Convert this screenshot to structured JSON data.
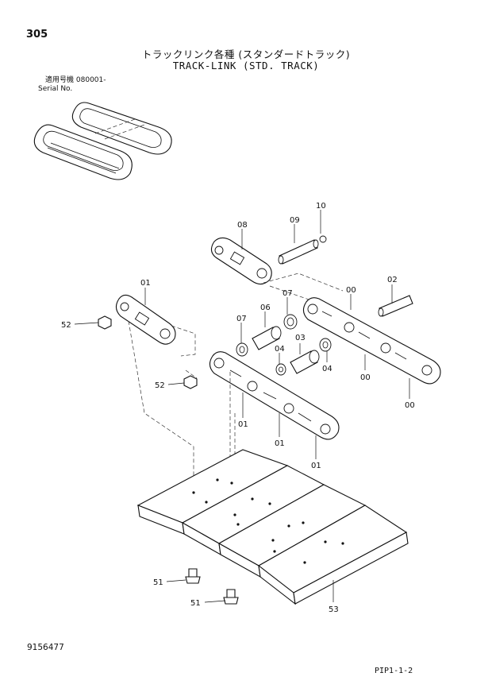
{
  "page": {
    "number": "305",
    "title_jp": "トラックリンク各種 (スタンダードトラック)",
    "title_en": "TRACK-LINK (STD. TRACK)",
    "serial_label_jp": "適用号機",
    "serial_value": "080001-",
    "serial_label_en": "Serial No.",
    "figure_number": "9156477",
    "page_code": "PIP1-1-2"
  },
  "callouts": {
    "c08": "08",
    "c09": "09",
    "c10": "10",
    "c01_top": "01",
    "c52_top": "52",
    "c06": "06",
    "c07_top": "07",
    "c00_top": "00",
    "c02": "02",
    "c07_mid": "07",
    "c04_left": "04",
    "c03": "03",
    "c04_right": "04",
    "c00_mid": "00",
    "c00_bot": "00",
    "c52_mid": "52",
    "c01_a": "01",
    "c01_b": "01",
    "c01_c": "01",
    "c51_top": "51",
    "c51_bot": "51",
    "c53": "53"
  }
}
